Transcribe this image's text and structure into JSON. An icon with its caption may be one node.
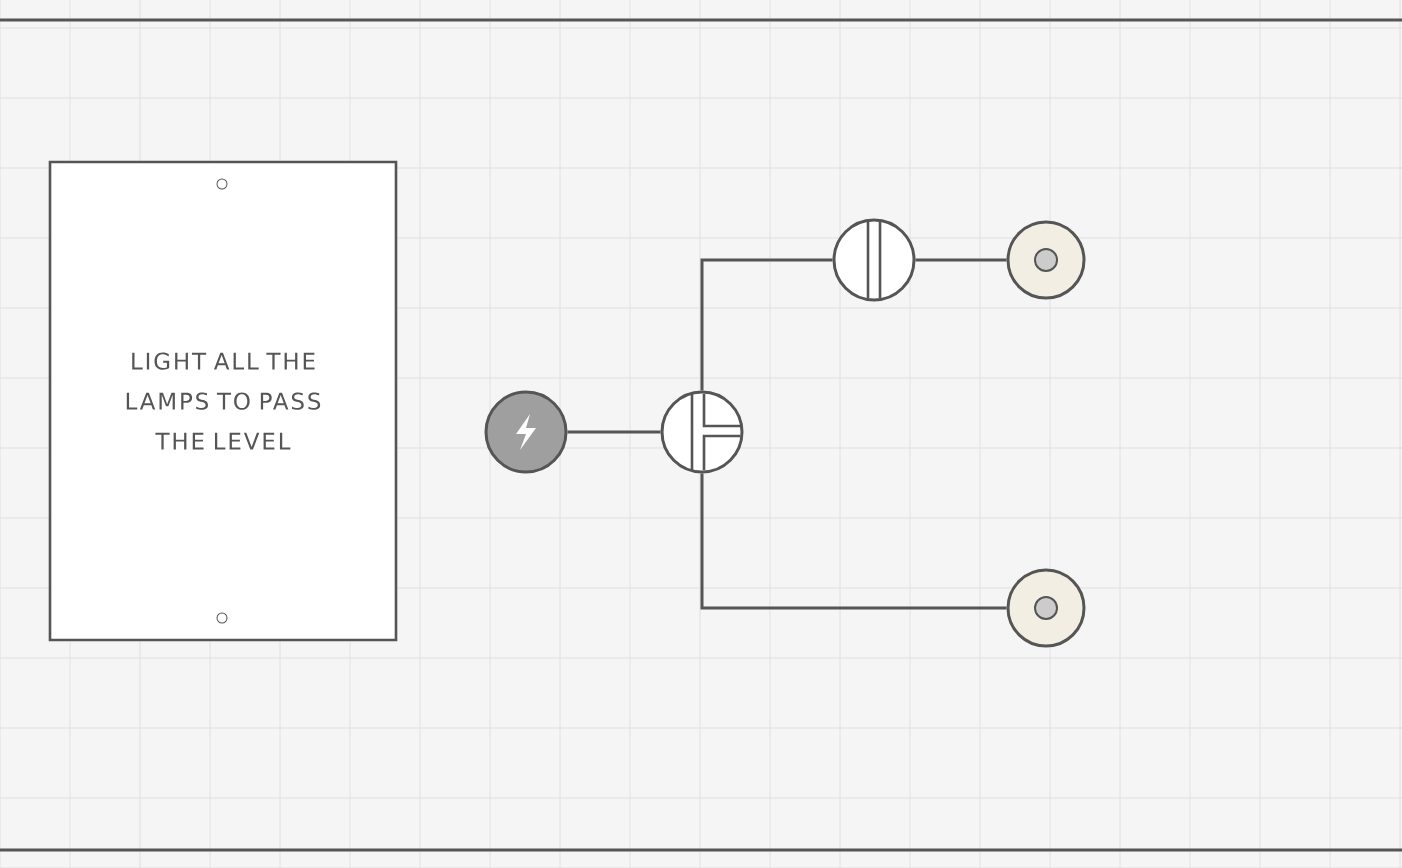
{
  "diagram": {
    "nodes": [
      {
        "text": [
          "LIGHT ALL THE LAMPS TO PASS THE LEVEL"
        ]
      },
      {
        "text": [],
        "shape": "circle"
      },
      {
        "text": [],
        "shape": "circle"
      },
      {
        "text": [],
        "shape": "circle"
      },
      {
        "text": [],
        "shape": "circle"
      },
      {
        "text": [],
        "shape": "circle"
      }
    ],
    "edges": [
      {
        "from": 1,
        "to": 2,
        "arrow": "none"
      },
      {
        "from": 2,
        "to": 3,
        "arrow": "none"
      },
      {
        "from": 3,
        "to": 4,
        "arrow": "none"
      },
      {
        "from": 2,
        "to": 5,
        "arrow": "none"
      }
    ]
  }
}
